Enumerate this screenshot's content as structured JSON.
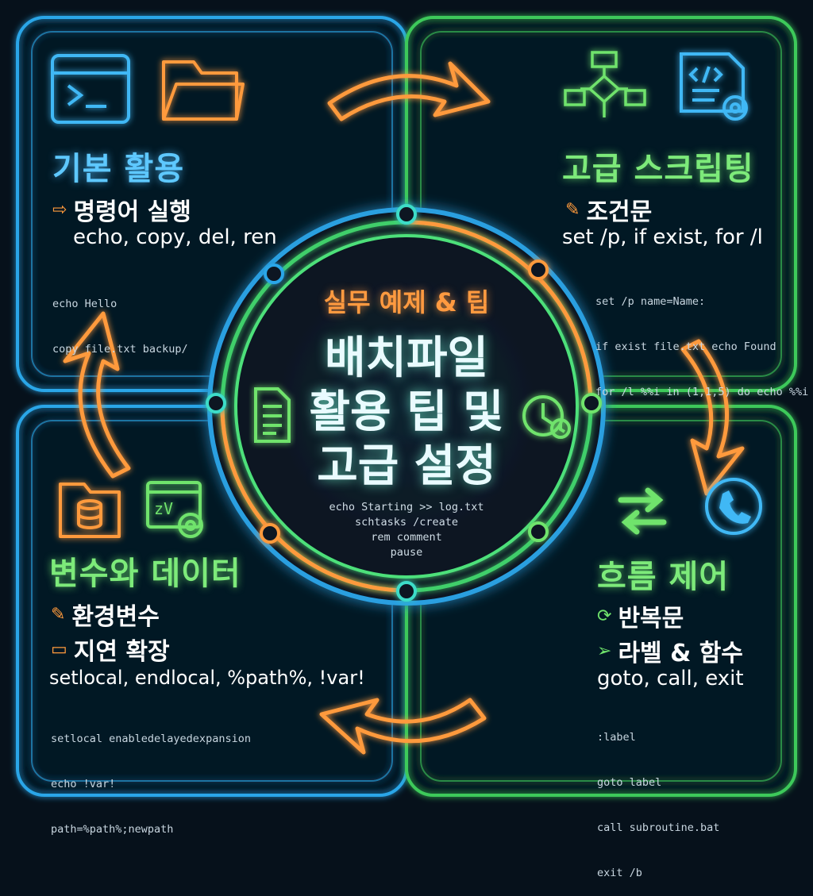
{
  "center": {
    "subtitle": "실무 예제 & 팁",
    "title_lines": [
      "배치파일",
      "활용 팁 및",
      "고급 설정"
    ],
    "code_lines": [
      "echo Starting >> log.txt",
      "schtasks /create",
      "rem comment",
      "pause"
    ]
  },
  "panels": {
    "top_left": {
      "title": "기본 활용",
      "item": "명령어 실행",
      "commands": "echo, copy, del, ren",
      "code_lines": [
        "echo Hello",
        "copy file.txt backup/"
      ]
    },
    "top_right": {
      "title": "고급 스크립팅",
      "item": "조건문",
      "commands": "set /p, if exist, for /l",
      "code_lines": [
        "set /p name=Name:",
        "if exist file.txt echo Found",
        "for /l %%i in (1,1,5) do echo %%i"
      ]
    },
    "bottom_left": {
      "title": "변수와 데이터",
      "items": [
        "환경변수",
        "지연 확장"
      ],
      "commands": "setlocal, endlocal, %path%, !var!",
      "code_lines": [
        "setlocal enabledelayedexpansion",
        "echo !var!",
        "path=%path%;newpath"
      ]
    },
    "bottom_right": {
      "title": "흐름 제어",
      "items": [
        "반복문",
        "라벨 & 함수"
      ],
      "commands": "goto, call, exit",
      "code_lines": [
        ":label",
        "goto label",
        "call subroutine.bat",
        "exit /b"
      ]
    }
  },
  "colors": {
    "blue": "#46c3ff",
    "green": "#6fe36c",
    "orange": "#ff9a3c",
    "background": "#06111b"
  },
  "icons": [
    "terminal-icon",
    "folder-icon",
    "flowchart-icon",
    "script-settings-icon",
    "document-icon",
    "clock-icon",
    "database-folder-icon",
    "variable-settings-icon",
    "refresh-icon",
    "phone-icon",
    "edit-icon",
    "arrow-icon",
    "cycle-arrow-icon"
  ]
}
